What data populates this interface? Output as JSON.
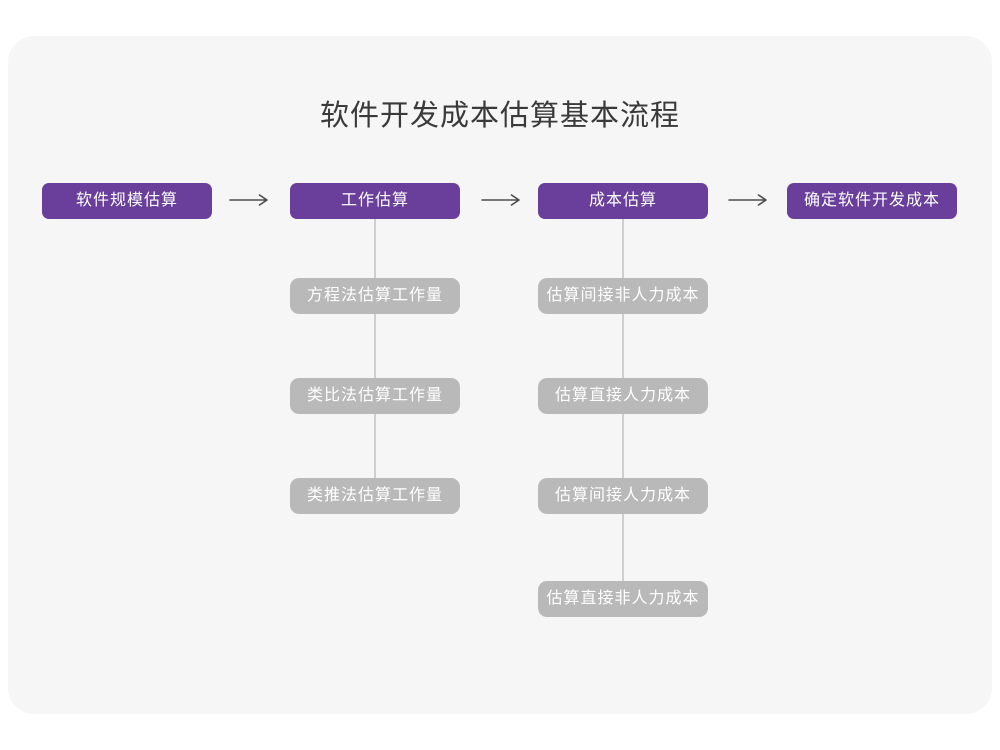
{
  "diagram": {
    "title": "软件开发成本估算基本流程",
    "main_steps": [
      "软件规模估算",
      "工作估算",
      "成本估算",
      "确定软件开发成本"
    ],
    "work_substeps": [
      "方程法估算工作量",
      "类比法估算工作量",
      "类推法估算工作量"
    ],
    "cost_substeps": [
      "估算间接非人力成本",
      "估算直接人力成本",
      "估算间接人力成本",
      "估算直接非人力成本"
    ],
    "colors": {
      "main_node": "#6A3E9B",
      "sub_node": "#B9B9BA",
      "card_background": "#F6F6F7",
      "page_background": "#FFFFFF",
      "connector_line": "#CFCFD0",
      "arrow": "#4D4D4D",
      "title_text": "#3A3A3A",
      "node_text": "#FFFFFF"
    }
  }
}
